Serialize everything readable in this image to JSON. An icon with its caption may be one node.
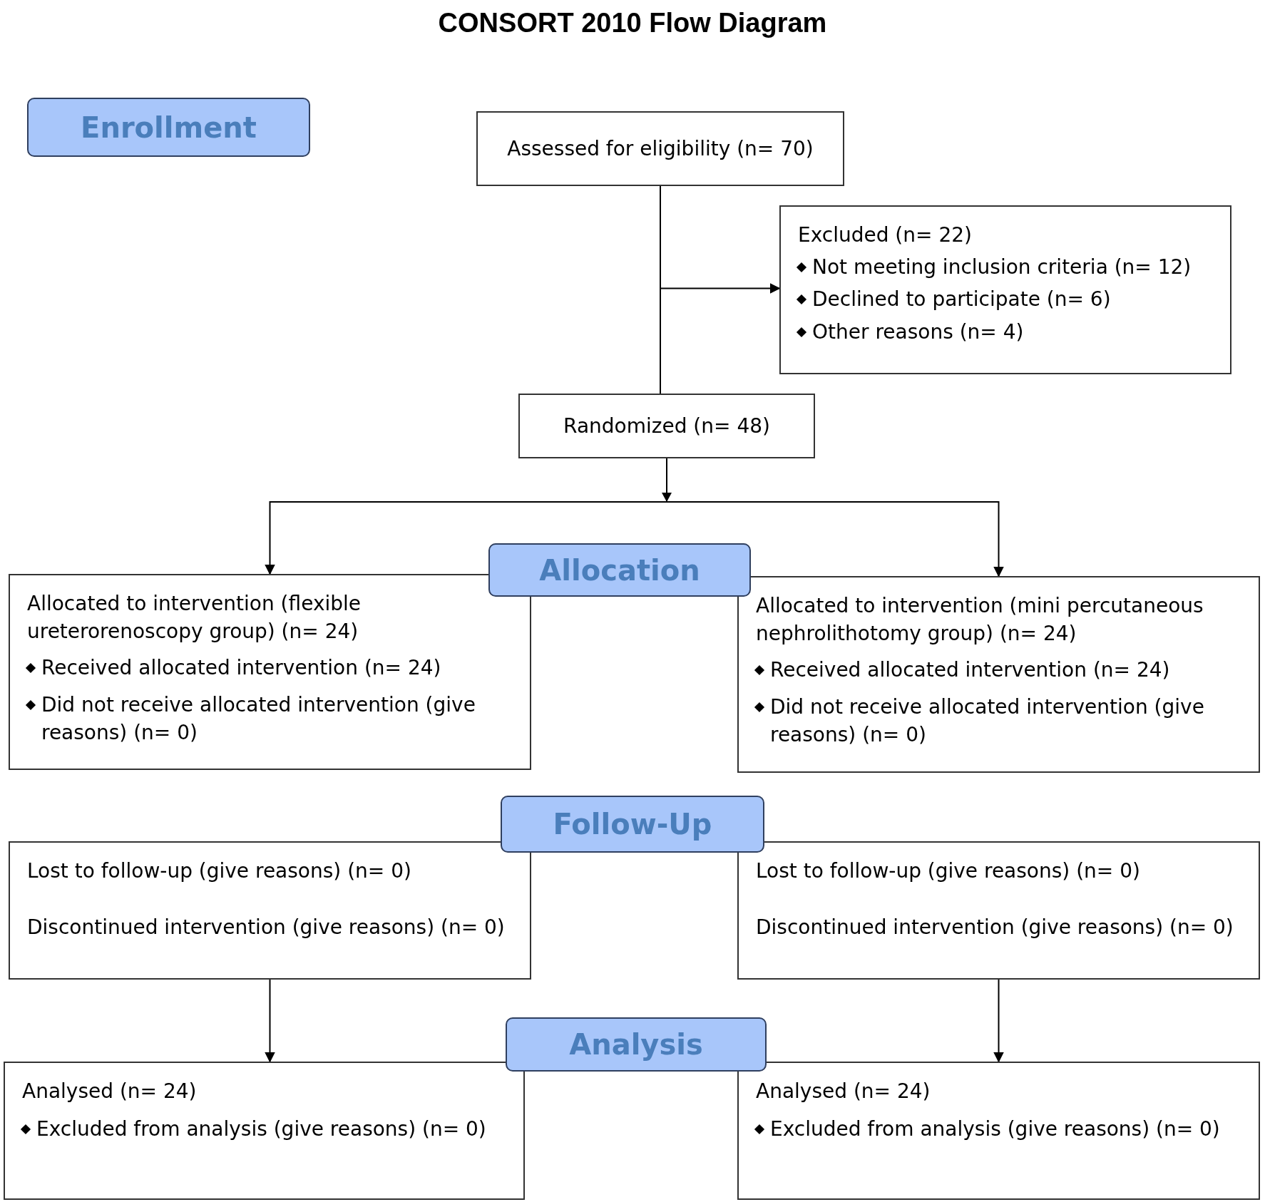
{
  "diagram": {
    "title": "CONSORT 2010 Flow Diagram",
    "nodes": [
      {
        "text": [
          "Enrollment"
        ]
      },
      {
        "text": [
          "Assessed for eligibility (n= 70)"
        ]
      },
      {
        "text": [
          "Excluded  (n= 22)",
          "Not meeting inclusion criteria (n= 12)",
          "Declined to participate (n= 6)",
          "Other reasons (n= 4)"
        ]
      },
      {
        "text": [
          "Randomized (n= 48)"
        ]
      },
      {
        "text": [
          "Allocation"
        ]
      },
      {
        "text": [
          "Allocated to intervention (flexible ureterorenoscopy group) (n= 24)",
          "Received allocated intervention (n= 24)",
          "Did not receive allocated intervention (give reasons) (n= 0)"
        ]
      },
      {
        "text": [
          "Allocated to intervention (mini percutaneous nephrolithotomy group) (n= 24)",
          "Received allocated intervention (n= 24)",
          "Did not receive allocated intervention (give reasons) (n= 0)"
        ]
      },
      {
        "text": [
          "Follow-Up"
        ]
      },
      {
        "text": [
          "Lost to follow-up (give reasons) (n= 0)",
          "Discontinued intervention (give reasons) (n= 0)"
        ]
      },
      {
        "text": [
          "Lost to follow-up (give reasons) (n= 0)",
          "Discontinued intervention (give reasons) (n= 0)"
        ]
      },
      {
        "text": [
          "Analysis"
        ]
      },
      {
        "text": [
          "Analysed  (n= 24)",
          "Excluded from analysis (give reasons) (n= 0)"
        ]
      },
      {
        "text": [
          "Analysed  (n= 24)",
          "Excluded from analysis (give reasons) (n= 0)"
        ]
      }
    ],
    "edges": [
      {
        "from": 1,
        "to": 3,
        "arrow": "none"
      },
      {
        "from": 1,
        "to": 2,
        "arrow": "to"
      },
      {
        "from": 3,
        "to": 5,
        "arrow": "to"
      },
      {
        "from": 3,
        "to": 6,
        "arrow": "to"
      },
      {
        "from": 8,
        "to": 11,
        "arrow": "to"
      },
      {
        "from": 9,
        "to": 12,
        "arrow": "to"
      }
    ]
  }
}
